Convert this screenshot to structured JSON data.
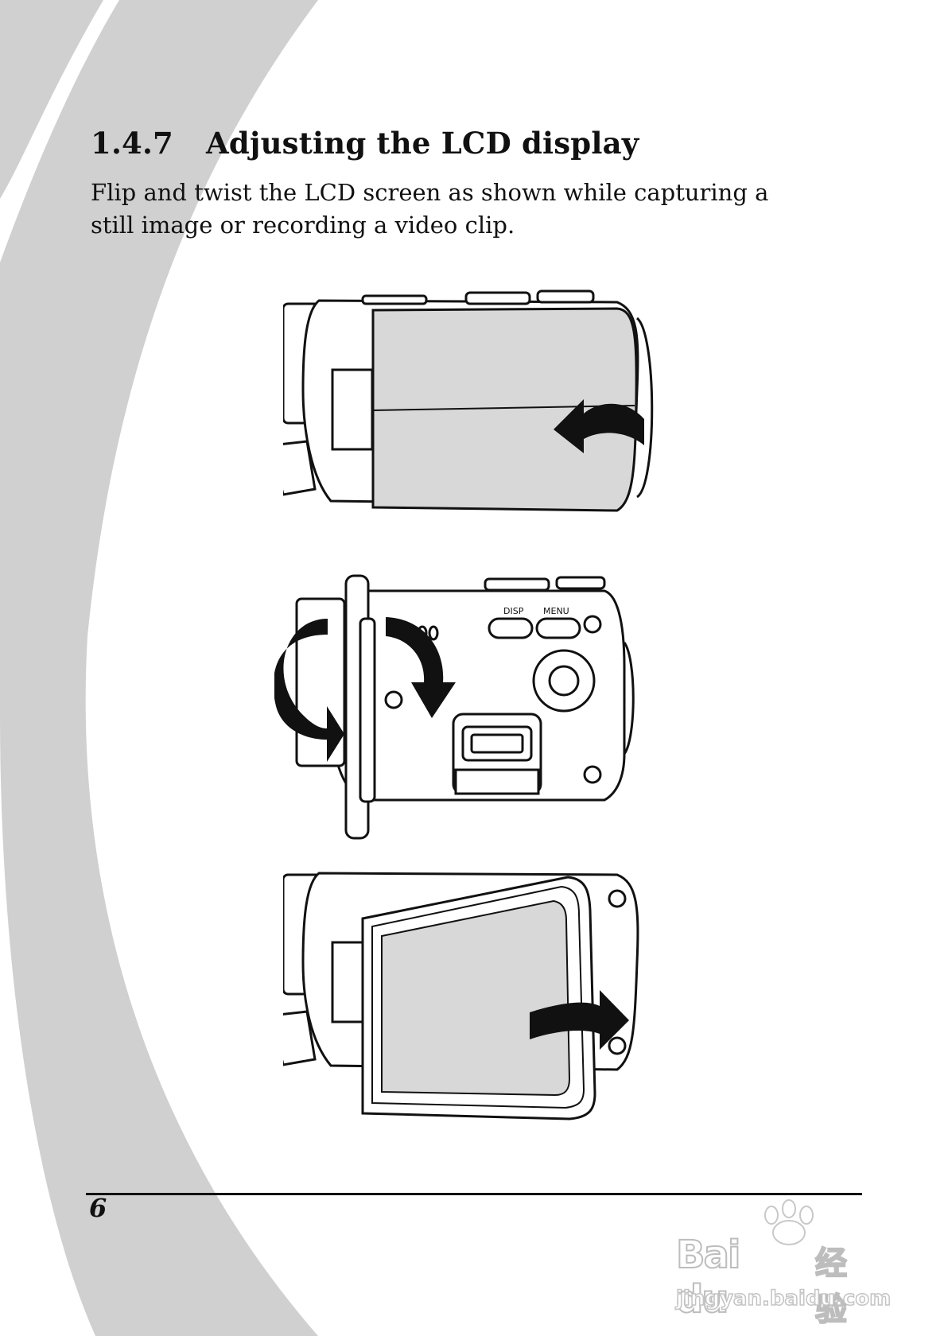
{
  "heading": {
    "number": "1.4.7",
    "title": "Adjusting the LCD display"
  },
  "body": {
    "paragraph": "Flip and twist the LCD screen as shown while capturing a still image or recording a video clip."
  },
  "figure2": {
    "disp_label": "DISP",
    "menu_label": "MENU"
  },
  "footer": {
    "page_number": "6"
  },
  "watermark": {
    "brand": "Bai du",
    "chinese": "经验",
    "url": "jingyan.baidu.com"
  },
  "colors": {
    "decor_swoosh": "#d0d0d0",
    "text": "#111111",
    "lcd_fill": "#d8d8d8"
  }
}
